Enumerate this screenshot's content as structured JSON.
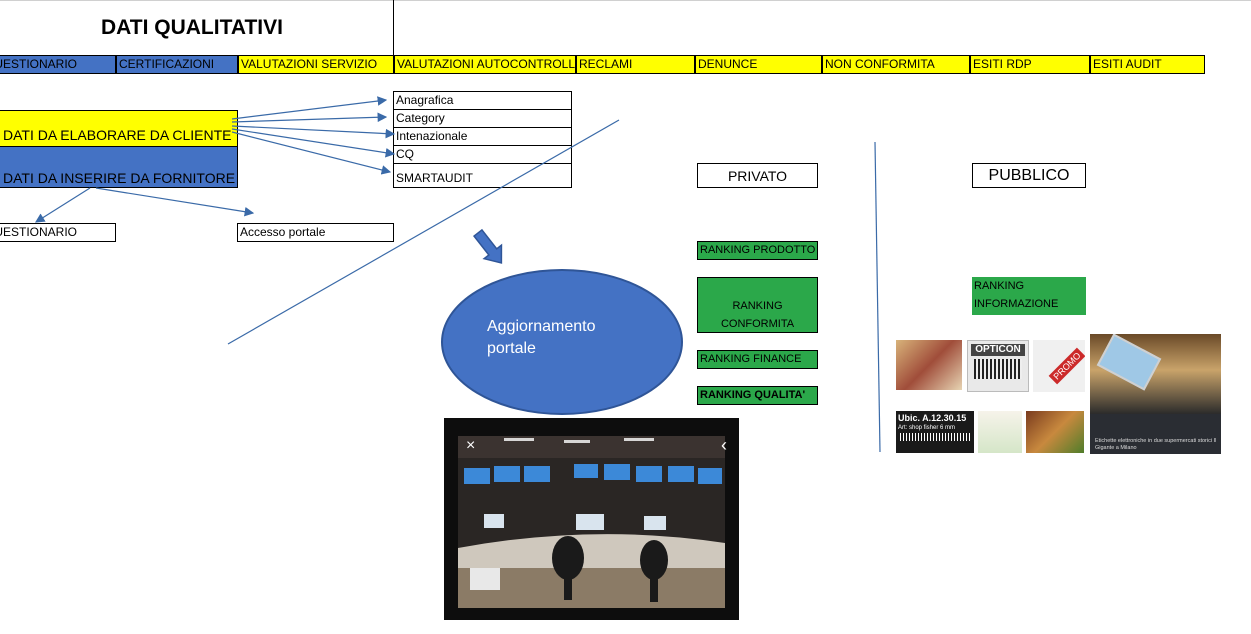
{
  "title": "DATI QUALITATIVI",
  "headers": [
    "QUESTIONARIO",
    "CERTIFICAZIONI",
    "VALUTAZIONI SERVIZIO",
    "VALUTAZIONI AUTOCONTROLLO",
    "RECLAMI",
    "DENUNCE",
    "NON CONFORMITA",
    "ESITI RDP",
    "ESITI AUDIT"
  ],
  "left_boxes": {
    "cliente": "DATI DA ELABORARE DA CLIENTE",
    "fornitore": "DATI DA INSERIRE DA FORNITORE"
  },
  "list_items": [
    "Anagrafica",
    "Category",
    "Intenazionale",
    "CQ",
    "SMARTAUDIT"
  ],
  "bottom_left": {
    "questionario": "QUESTIONARIO",
    "accesso": "Accesso portale"
  },
  "ellipse_label": "Aggiornamento\nportale",
  "privato": {
    "label": "PRIVATO",
    "rankings": [
      "RANKING PRODOTTO",
      "RANKING\nCONFORMITA",
      "RANKING FINANCE",
      "RANKING QUALITA'"
    ]
  },
  "pubblico": {
    "label": "PUBBLICO",
    "ranking": "RANKING\nINFORMAZIONE"
  },
  "image_overlay": {
    "close": "×",
    "back": "‹"
  },
  "thumbs": {
    "opticon": "OPTICON",
    "promo": "PROMO",
    "ubic": "Ubic. A.12.30.15",
    "shop": "Art: shop fisher 6 mm",
    "caption": "Etichette elettroniche in due supermercati storici Il Gigante a Milano"
  },
  "colors": {
    "blue": "#4472C4",
    "yellow": "#FFFF00",
    "green": "#2BA84A",
    "arrow": "#3A6AA8"
  }
}
